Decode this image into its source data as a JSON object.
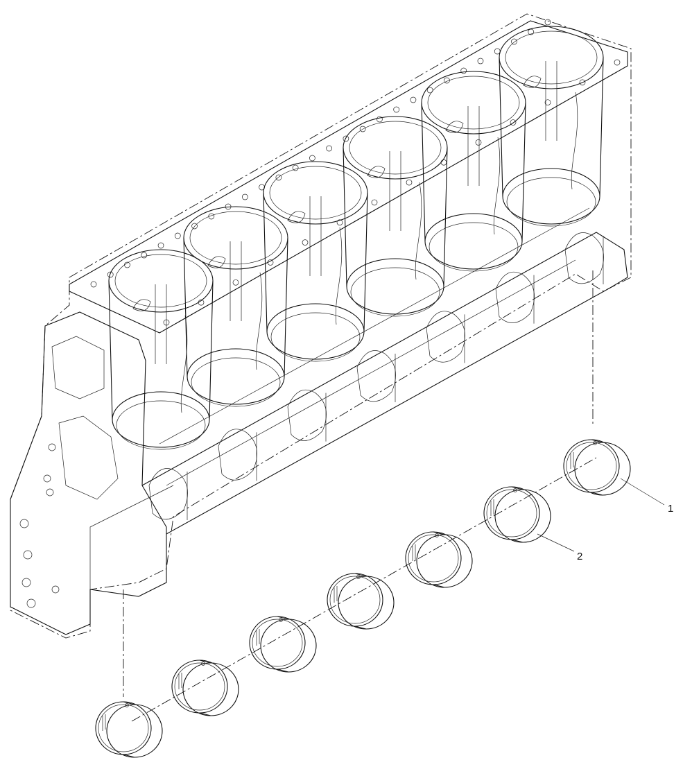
{
  "callouts": [
    {
      "id": "1",
      "label": "1"
    },
    {
      "id": "2",
      "label": "2"
    }
  ],
  "watermark": "",
  "corner_mark": ""
}
